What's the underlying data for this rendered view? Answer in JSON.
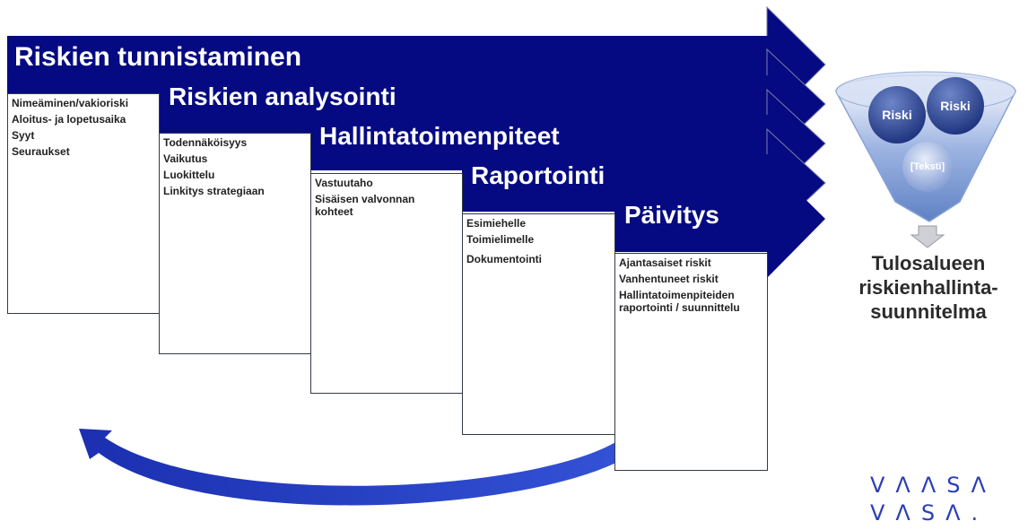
{
  "stages": [
    {
      "title": "Riskien tunnistaminen",
      "items": [
        "Nimeäminen/vakioriski",
        "Aloitus- ja lopetusaika",
        "Syyt",
        "Seuraukset"
      ]
    },
    {
      "title": "Riskien analysointi",
      "items": [
        "Todennäköisyys",
        "Vaikutus",
        "Luokittelu",
        "Linkitys strategiaan"
      ]
    },
    {
      "title": "Hallintatoimenpiteet",
      "items": [
        "Vastuutaho",
        "Sisäisen valvonnan kohteet"
      ]
    },
    {
      "title": "Raportointi",
      "items": [
        "Esimiehelle",
        "Toimielimelle",
        "Dokumentointi"
      ]
    },
    {
      "title": "Päivitys",
      "items": [
        "Ajantasaiset riskit",
        "Vanhentuneet riskit",
        "Hallintatoimenpiteiden raportointi / suunnittelu"
      ]
    }
  ],
  "funnel": {
    "bubbles": [
      "Riski",
      "Riski",
      "[Teksti]"
    ]
  },
  "result": {
    "title": "Tulosalueen\nriskienhallinta-\nsuunnitelma"
  },
  "logo": {
    "line1": "VΛΛSΛ",
    "line2": "VΛSΛ."
  },
  "colors": {
    "navy": "#050a82",
    "funnel": "#6f91cf",
    "bubble": "#233c8c",
    "logo": "#2a3fb6"
  }
}
